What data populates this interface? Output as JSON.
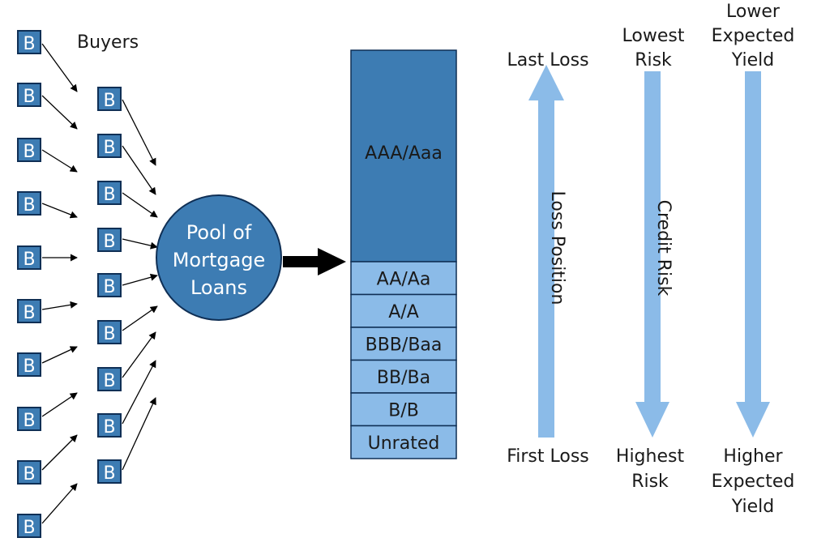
{
  "buyers_label": "Buyers",
  "buyer_letter": "B",
  "pool_label": [
    "Pool of",
    "Mortgage",
    "Loans"
  ],
  "tranches": [
    {
      "label": "AAA/Aaa",
      "senior": true
    },
    {
      "label": "AA/Aa",
      "senior": false
    },
    {
      "label": "A/A",
      "senior": false
    },
    {
      "label": "BBB/Baa",
      "senior": false
    },
    {
      "label": "BB/Ba",
      "senior": false
    },
    {
      "label": "B/B",
      "senior": false
    },
    {
      "label": "Unrated",
      "senior": false
    }
  ],
  "loss_position": {
    "top": "Last Loss",
    "bottom": "First Loss",
    "axis": "Loss Position",
    "direction": "up"
  },
  "credit_risk": {
    "top": [
      "Lowest",
      "Risk"
    ],
    "bottom": [
      "Highest",
      "Risk"
    ],
    "axis": "Credit Risk",
    "direction": "down"
  },
  "yield": {
    "top": [
      "Lower",
      "Expected",
      "Yield"
    ],
    "bottom": [
      "Higher",
      "Expected",
      "Yield"
    ],
    "direction": "down"
  },
  "colors": {
    "buyer_box": "#3d7cb3",
    "pool_circle": "#3d7cb3",
    "senior_tranche": "#3d7cb3",
    "junior_tranche": "#8bbbe8",
    "arrow": "#8bbbe8"
  }
}
